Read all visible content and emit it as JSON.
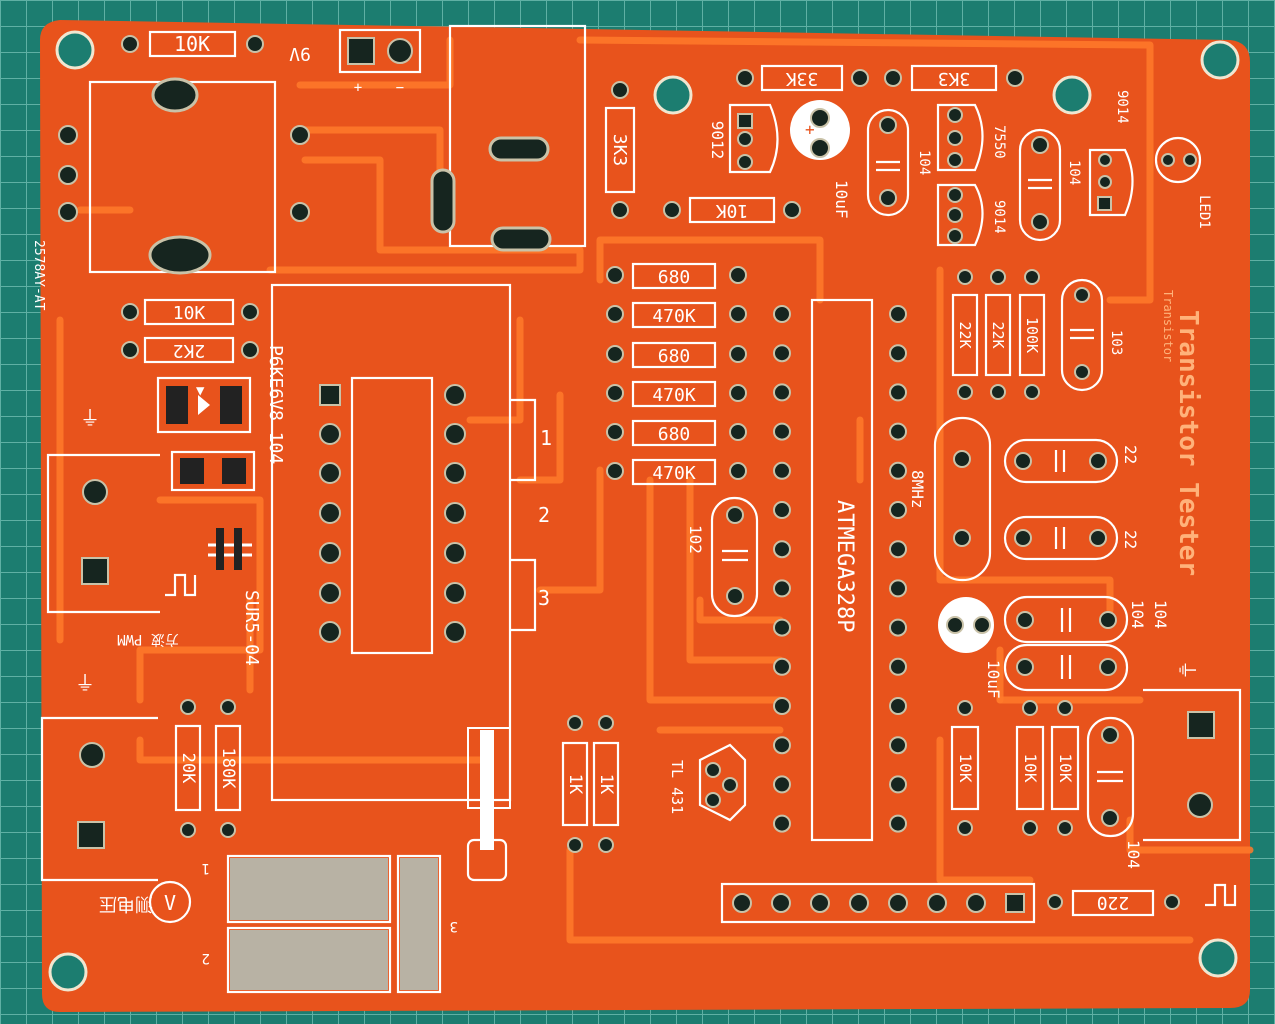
{
  "board": {
    "colors": {
      "solder_mask": "#e8531c",
      "silk": "#ffffff",
      "mat": "#1c7d70",
      "copper_pad": "#16251f"
    },
    "title": "Transistor Tester",
    "subtitle": "Transistor",
    "board_code": "2578AY-AT",
    "labels": {
      "r_top_left": "10K",
      "batt": "9V",
      "plus": "+",
      "minus": "−",
      "r_33k": "33K",
      "r_3k3a": "3K3",
      "r_3k3b": "3K3",
      "r_10k_mid": "10K",
      "q_9012": "9012",
      "q_9014a": "9014",
      "q_9014b": "9014",
      "ic_7550": "7550",
      "cap_10uf_top": "10uF",
      "cap_104_a": "104",
      "cap_104_b": "104",
      "led": "LED1",
      "r_10k_left": "10K",
      "r_2k2": "2K2",
      "tvs": "P6KE6V8 104",
      "diode": "SUR5-04",
      "r_680_a": "680",
      "r_470k_a": "470K",
      "r_680_b": "680",
      "r_470k_b": "470K",
      "r_680_c": "680",
      "r_470k_c": "470K",
      "r_22k_a": "22K",
      "r_22k_b": "22K",
      "r_100k": "100K",
      "cap_103": "103",
      "cap_102": "102",
      "mcu": "ATMEGA328P",
      "xtal": "8MHz",
      "cap_22_a": "22",
      "cap_22_b": "22",
      "cap_104_c": "104",
      "cap_104_d": "104",
      "cap_10uf_bot": "10uF",
      "pin1": "1",
      "pin2": "2",
      "pin3": "3",
      "pwm": "方波 PWM",
      "r_20k": "20K",
      "r_180k": "180K",
      "r_1k_a": "1K",
      "r_1k_b": "1K",
      "tl431": "TL 431",
      "r_10k_b1": "10K",
      "r_10k_b2": "10K",
      "r_10k_b3": "10K",
      "cap_104_e": "104",
      "r_220": "220",
      "volt": "测电压",
      "v_sym": "V",
      "tp1": "1",
      "tp2": "2",
      "tp3": "3"
    }
  }
}
